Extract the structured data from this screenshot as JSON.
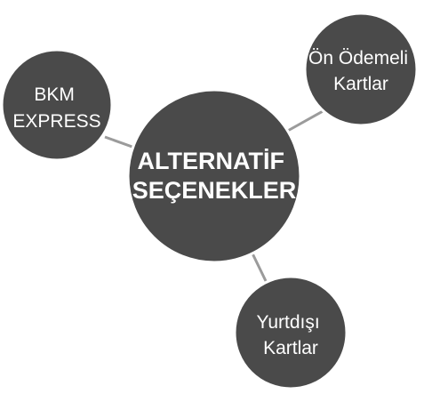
{
  "diagram": {
    "colors": {
      "node_fill": "#4a4a4a",
      "node_stroke": "#ffffff",
      "connector": "#9b9b9b",
      "text": "#ffffff",
      "background": "#ffffff"
    },
    "center": {
      "line1": "ALTERNATİF",
      "line2": "SEÇENEKLER"
    },
    "nodes": {
      "bkm": {
        "line1": "BKM",
        "line2": "EXPRESS"
      },
      "prepaid": {
        "line1": "Ön Ödemeli",
        "line2": "Kartlar"
      },
      "foreign": {
        "line1": "Yurtdışı",
        "line2": "Kartlar"
      }
    }
  }
}
